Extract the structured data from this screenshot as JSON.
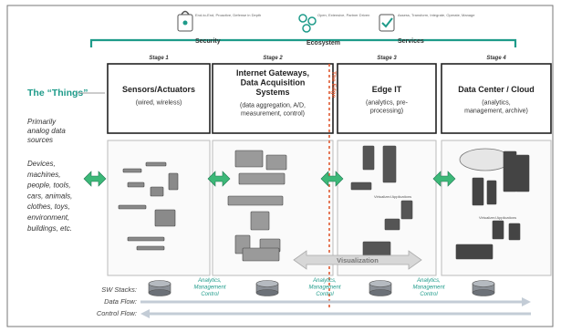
{
  "top_bar": {
    "security": {
      "label": "Security",
      "caption": "End-to-End, Proactive, Defense in Depth"
    },
    "ecosystem": {
      "label": "Ecosystem",
      "caption": "Open, Extensive, Partner Driven"
    },
    "services": {
      "label": "Services",
      "caption": "Assess, Transform, Integrate, Operate, Manage"
    }
  },
  "things": {
    "heading": "The “Things”",
    "sources": [
      "Primarily",
      "analog data",
      "sources"
    ],
    "devices": [
      "Devices,",
      "machines,",
      "people, tools,",
      "cars, animals,",
      "clothes, toys,",
      "environment,",
      "buildings, etc."
    ]
  },
  "stages": [
    {
      "label": "Stage 1",
      "title": [
        "Sensors/Actuators"
      ],
      "subtitle": [
        "(wired, wireless)"
      ]
    },
    {
      "label": "Stage 2",
      "title": [
        "Internet Gateways,",
        "Data Acquisition",
        "Systems"
      ],
      "subtitle": [
        "(data aggregation, A/D,",
        "measurement, control)"
      ]
    },
    {
      "label": "Stage 3",
      "title": [
        "Edge IT"
      ],
      "subtitle": [
        "(analytics, pre-",
        "processing)"
      ]
    },
    {
      "label": "Stage 4",
      "title": [
        "Data Center / Cloud"
      ],
      "subtitle": [
        "(analytics,",
        "management, archive)"
      ]
    }
  ],
  "the_edge": "The Edge",
  "visualization": "Visualization",
  "amc_label": [
    "Analytics,",
    "Management",
    "Control"
  ],
  "tiny_label": "Virtualized Applications",
  "bottom": {
    "sw_stacks": "SW Stacks:",
    "data_flow": "Data Flow:",
    "control_flow": "Control Flow:"
  },
  "colors": {
    "accent": "#1e9b8a",
    "arrow": "#3cb878",
    "edge": "#e05a32",
    "box_border": "#222222",
    "panel_border": "#bbbbbb"
  }
}
